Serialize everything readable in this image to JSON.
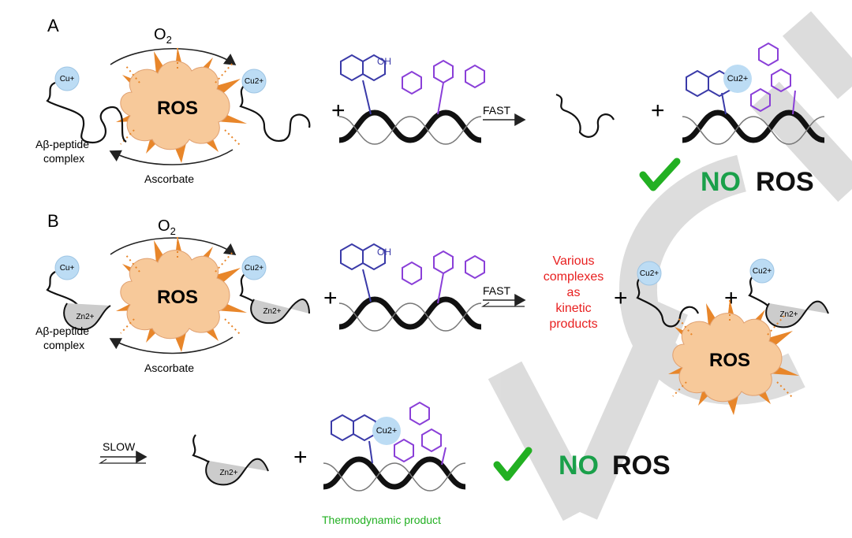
{
  "panel_a": {
    "letter": "A",
    "o2": "O",
    "o2_sub": "2",
    "ros": "ROS",
    "cu_plus": "Cu+",
    "cu_2plus": "Cu2+",
    "complex_line1": "Aβ-peptide",
    "complex_line2": "complex",
    "ascorbate": "Ascorbate",
    "oh": "OH",
    "plus": "+",
    "fast": "FAST",
    "product_cu": "Cu2+",
    "no": "NO",
    "ros_result": "ROS"
  },
  "panel_b": {
    "letter": "B",
    "o2": "O",
    "o2_sub": "2",
    "ros": "ROS",
    "cu_plus": "Cu+",
    "cu_2plus": "Cu2+",
    "zn_2plus": "Zn2+",
    "complex_line1": "Aβ-peptide",
    "complex_line2": "complex",
    "ascorbate": "Ascorbate",
    "oh": "OH",
    "plus": "+",
    "fast": "FAST",
    "kinetic_lines": [
      "Various",
      "complexes",
      "as",
      "kinetic",
      "products"
    ],
    "ros_kinetic": "ROS",
    "slow": "SLOW",
    "product_cu": "Cu2+",
    "thermo_label": "Thermodynamic product",
    "no": "NO",
    "ros_result": "ROS"
  },
  "colors": {
    "ros_cloud": "#f7c99a",
    "ros_burst": "#e8862a",
    "metal_blue": "#bcdcf4",
    "zinc_grey": "#cccccc",
    "ligand_purple": "#8a3fd8",
    "ligand_blue": "#3a3aa8",
    "check_green": "#22b022",
    "no_green": "#1aa04a",
    "kinetic_red": "#e82020",
    "thermo_green": "#22b022",
    "watermark": "#d9d9d9"
  }
}
